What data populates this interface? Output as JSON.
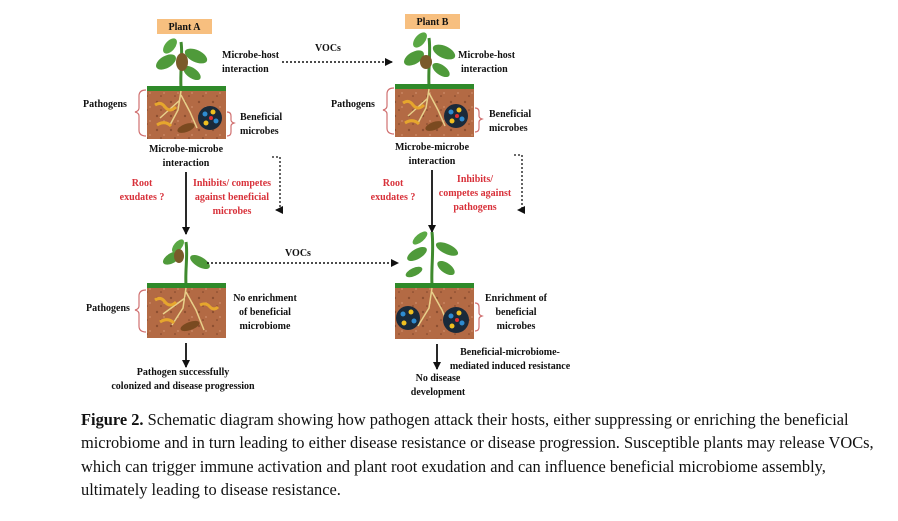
{
  "diagram": {
    "plant_a_label": "Plant A",
    "plant_b_label": "Plant B",
    "vocs_top": "VOCs",
    "vocs_bottom": "VOCs",
    "a_top_host": [
      "Microbe-host",
      "interaction"
    ],
    "b_top_host": [
      "Microbe-host",
      "interaction"
    ],
    "a_top_pathogens": "Pathogens",
    "b_top_pathogens": "Pathogens",
    "a_top_beneficial": [
      "Beneficial",
      "microbes"
    ],
    "b_top_beneficial": [
      "Beneficial",
      "microbes"
    ],
    "a_mm": [
      "Microbe-microbe",
      "interaction"
    ],
    "b_mm": [
      "Microbe-microbe",
      "interaction"
    ],
    "a_root": [
      "Root",
      "exudates ?"
    ],
    "b_root": [
      "Root",
      "exudates ?"
    ],
    "a_inhibit": [
      "Inhibits/ competes",
      "against beneficial",
      "microbes"
    ],
    "b_inhibit": [
      "Inhibits/",
      "competes against",
      "pathogens"
    ],
    "a_bottom_pathogens": "Pathogens",
    "a_no_enrich": [
      "No enrichment",
      "of beneficial",
      "microbiome"
    ],
    "b_enrich": [
      "Enrichment of",
      "beneficial",
      "microbes"
    ],
    "a_outcome": [
      "Pathogen successfully",
      "colonized and disease progression"
    ],
    "b_mediated": [
      "Beneficial-microbiome-",
      "mediated induced resistance"
    ],
    "b_outcome": [
      "No disease",
      "development"
    ]
  },
  "caption": {
    "label": "Figure 2.",
    "text": " Schematic diagram showing how pathogen attack their hosts, either suppressing or enriching the beneficial microbiome and in turn leading to either disease resistance or disease progression. Susceptible plants may release VOCs, which can trigger immune activation and plant root exudation and can influence beneficial microbiome assembly, ultimately leading to disease resistance."
  },
  "colors": {
    "label_box": "#f7bf7f",
    "red_text": "#d8313a",
    "soil": "#b36a44",
    "grass": "#2f8a2a",
    "leaf": "#4f9a3a",
    "bracket": "#d07070",
    "pathogen": "#e6a62d"
  }
}
